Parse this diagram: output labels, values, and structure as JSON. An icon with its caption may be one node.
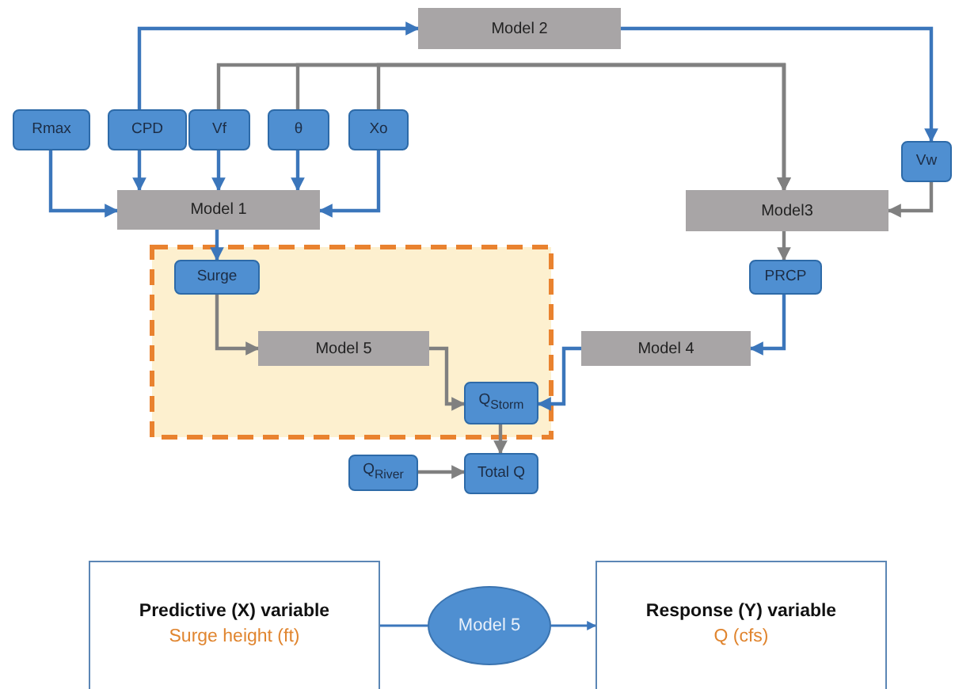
{
  "diagram": {
    "nodes": [
      {
        "text": [
          "Model 2"
        ]
      },
      {
        "text": [
          "Rmax"
        ]
      },
      {
        "text": [
          "CPD"
        ]
      },
      {
        "text": [
          "Vf"
        ]
      },
      {
        "text": [
          "θ"
        ]
      },
      {
        "text": [
          "Xo"
        ]
      },
      {
        "text": [
          "Vw"
        ]
      },
      {
        "text": [
          "Model 1"
        ]
      },
      {
        "text": [
          "Model3"
        ]
      },
      {
        "text": [
          "Surge"
        ]
      },
      {
        "text": [
          "PRCP"
        ]
      },
      {
        "text": [
          "Model 5"
        ]
      },
      {
        "text": [
          "Model 4"
        ]
      },
      {
        "text": [
          "Q$_{Storm}$"
        ]
      },
      {
        "text": [
          "Q$_{River}$"
        ]
      },
      {
        "text": [
          "Total Q"
        ]
      },
      {
        "text": [
          "Predictive (X) variable",
          "Surge height (ft)"
        ]
      },
      {
        "text": [
          "Model 5"
        ]
      },
      {
        "text": [
          "Response (Y) variable",
          "Q (cfs)"
        ]
      }
    ],
    "edges": [
      {
        "from": 2,
        "to": 0,
        "arrow": "to"
      },
      {
        "from": 0,
        "to": 6,
        "arrow": "to"
      },
      {
        "from": 3,
        "to": 8,
        "arrow": "to",
        "color": "#808080"
      },
      {
        "from": 4,
        "to": 8,
        "arrow": "to",
        "color": "#808080"
      },
      {
        "from": 5,
        "to": 8,
        "arrow": "to",
        "color": "#808080"
      },
      {
        "from": 1,
        "to": 7,
        "arrow": "to"
      },
      {
        "from": 2,
        "to": 7,
        "arrow": "to"
      },
      {
        "from": 3,
        "to": 7,
        "arrow": "to"
      },
      {
        "from": 4,
        "to": 7,
        "arrow": "to"
      },
      {
        "from": 5,
        "to": 7,
        "arrow": "to"
      },
      {
        "from": 6,
        "to": 8,
        "arrow": "to",
        "color": "#808080"
      },
      {
        "from": 7,
        "to": 9,
        "arrow": "to"
      },
      {
        "from": 8,
        "to": 10,
        "arrow": "to",
        "color": "#808080"
      },
      {
        "from": 9,
        "to": 11,
        "arrow": "to",
        "color": "#808080"
      },
      {
        "from": 10,
        "to": 12,
        "arrow": "to"
      },
      {
        "from": 11,
        "to": 13,
        "arrow": "to",
        "color": "#808080"
      },
      {
        "from": 12,
        "to": 13,
        "arrow": "to"
      },
      {
        "from": 13,
        "to": 15,
        "arrow": "to",
        "color": "#808080"
      },
      {
        "from": 14,
        "to": 15,
        "arrow": "to",
        "color": "#808080"
      },
      {
        "from": 16,
        "to": 17,
        "arrow": "none"
      },
      {
        "from": 17,
        "to": 18,
        "arrow": "to"
      }
    ]
  }
}
